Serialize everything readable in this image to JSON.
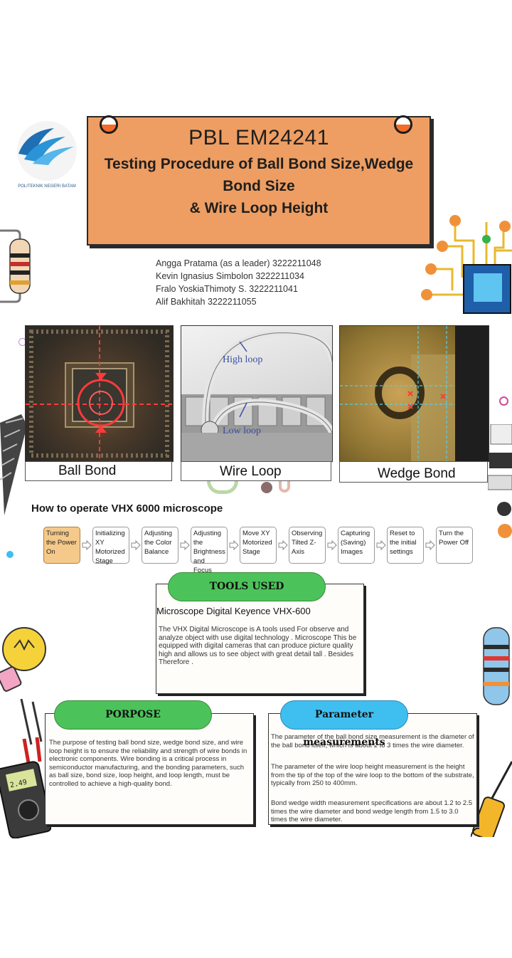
{
  "header": {
    "title": "PBL EM24241",
    "subtitle_lines": [
      "Testing Procedure of Ball Bond Size,Wedge",
      "Bond Size",
      "& Wire Loop Height"
    ],
    "logo_text": "POLITEKNIK NEGERI BATAM"
  },
  "authors": [
    "Angga Pratama (as a leader) 3222211048",
    "Kevin Ignasius Simbolon 3222211034",
    "Fralo YoskiaThimoty S. 3222211041",
    "Alif Bakhitah 3222211055"
  ],
  "photos": [
    {
      "label": "Ball  Bond"
    },
    {
      "label": "Wire Loop",
      "annotations": [
        "High loop",
        "Low loop"
      ]
    },
    {
      "label": "Wedge Bond"
    }
  ],
  "process": {
    "title": "How to operate VHX 6000 microscope",
    "steps": [
      "Turning the Power On",
      "Initializing XY Motorized Stage",
      "Adjusting the Color Balance",
      "Adjusting the Brightness and Focus",
      "Move XY Motorized Stage",
      "Observing Tilted Z-Axis",
      "Capturing (Saving) Images",
      "Reset to the initial settings",
      "Turn the Power Off"
    ]
  },
  "tools": {
    "pill": "TOOLS USED",
    "heading": "Microscope Digital Keyence VHX-600",
    "body": "The VHX Digital Microscope is A tools used For observe and analyze object with use digital technology . Microscope This be equipped with digital cameras that can produce picture quality high and allows us to see object with great detail tall . Besides Therefore ."
  },
  "purpose": {
    "pill": "PORPOSE",
    "body": "The purpose of testing ball bond size, wedge bond size, and wire loop height is to ensure the reliability and strength of wire bonds in electronic components. Wire bonding is a critical process in semiconductor manufacturing, and the bonding parameters, such as ball size, bond size, loop height, and loop length, must be controlled to achieve a high-quality bond."
  },
  "parameters": {
    "pill": "Parameter measurements",
    "paragraphs": [
      "The parameter of the ball bond size measurement is the diameter of the ball bond itself, which is about 2 to 3 times the wire diameter.",
      "The parameter of the wire loop height measurement is the height from the tip of the top of the wire loop to the bottom of the substrate, typically from 250 to 400mm.",
      "Bond wedge width measurement specifications are about 1.2 to 2.5 times the wire diameter and bond wedge length from 1.5 to 3.0 times the wire diameter."
    ]
  },
  "multimeter_display": "2.49",
  "colors": {
    "title_box": "#ee9e62",
    "pill_green": "#4cc35a",
    "pill_blue": "#3fbff0",
    "chip_blue": "#1f5ea8",
    "circuit_orange": "#f0913a"
  }
}
